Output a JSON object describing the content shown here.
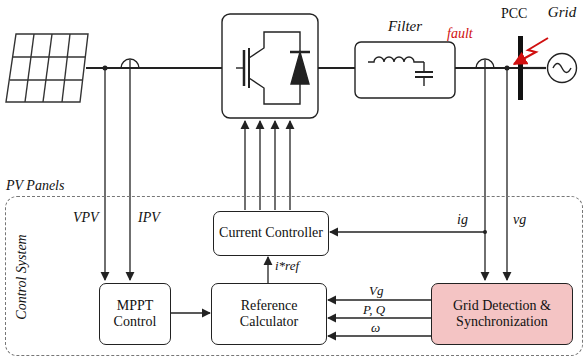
{
  "diagram": {
    "nodes": [
      {
        "text": [
          "PV Panels"
        ]
      },
      {
        "text": [
          "Filter"
        ]
      },
      {
        "text": [
          "Grid"
        ]
      },
      {
        "text": [
          "Control System"
        ]
      },
      {
        "text": [
          "Current Controller"
        ],
        "in": 3
      },
      {
        "text": [
          "MPPT Control"
        ],
        "in": 3
      },
      {
        "text": [
          "Reference Calculator"
        ],
        "in": 3
      },
      {
        "text": [
          "Grid Detection & Synchronization"
        ],
        "in": 3
      }
    ],
    "edges": [
      {
        "from": 5,
        "to": 6,
        "arrow": "to"
      },
      {
        "from": 6,
        "to": 4,
        "label": "i*ref",
        "arrow": "to"
      },
      {
        "from": 7,
        "to": 6,
        "label": "Vg",
        "arrow": "to"
      },
      {
        "from": 7,
        "to": 6,
        "label": "P, Q",
        "arrow": "to"
      },
      {
        "from": 7,
        "to": 6,
        "label": "ω",
        "arrow": "to"
      }
    ],
    "labels": [
      "VPV",
      "IPV",
      "ig",
      "vg",
      "PCC",
      "fault"
    ]
  }
}
